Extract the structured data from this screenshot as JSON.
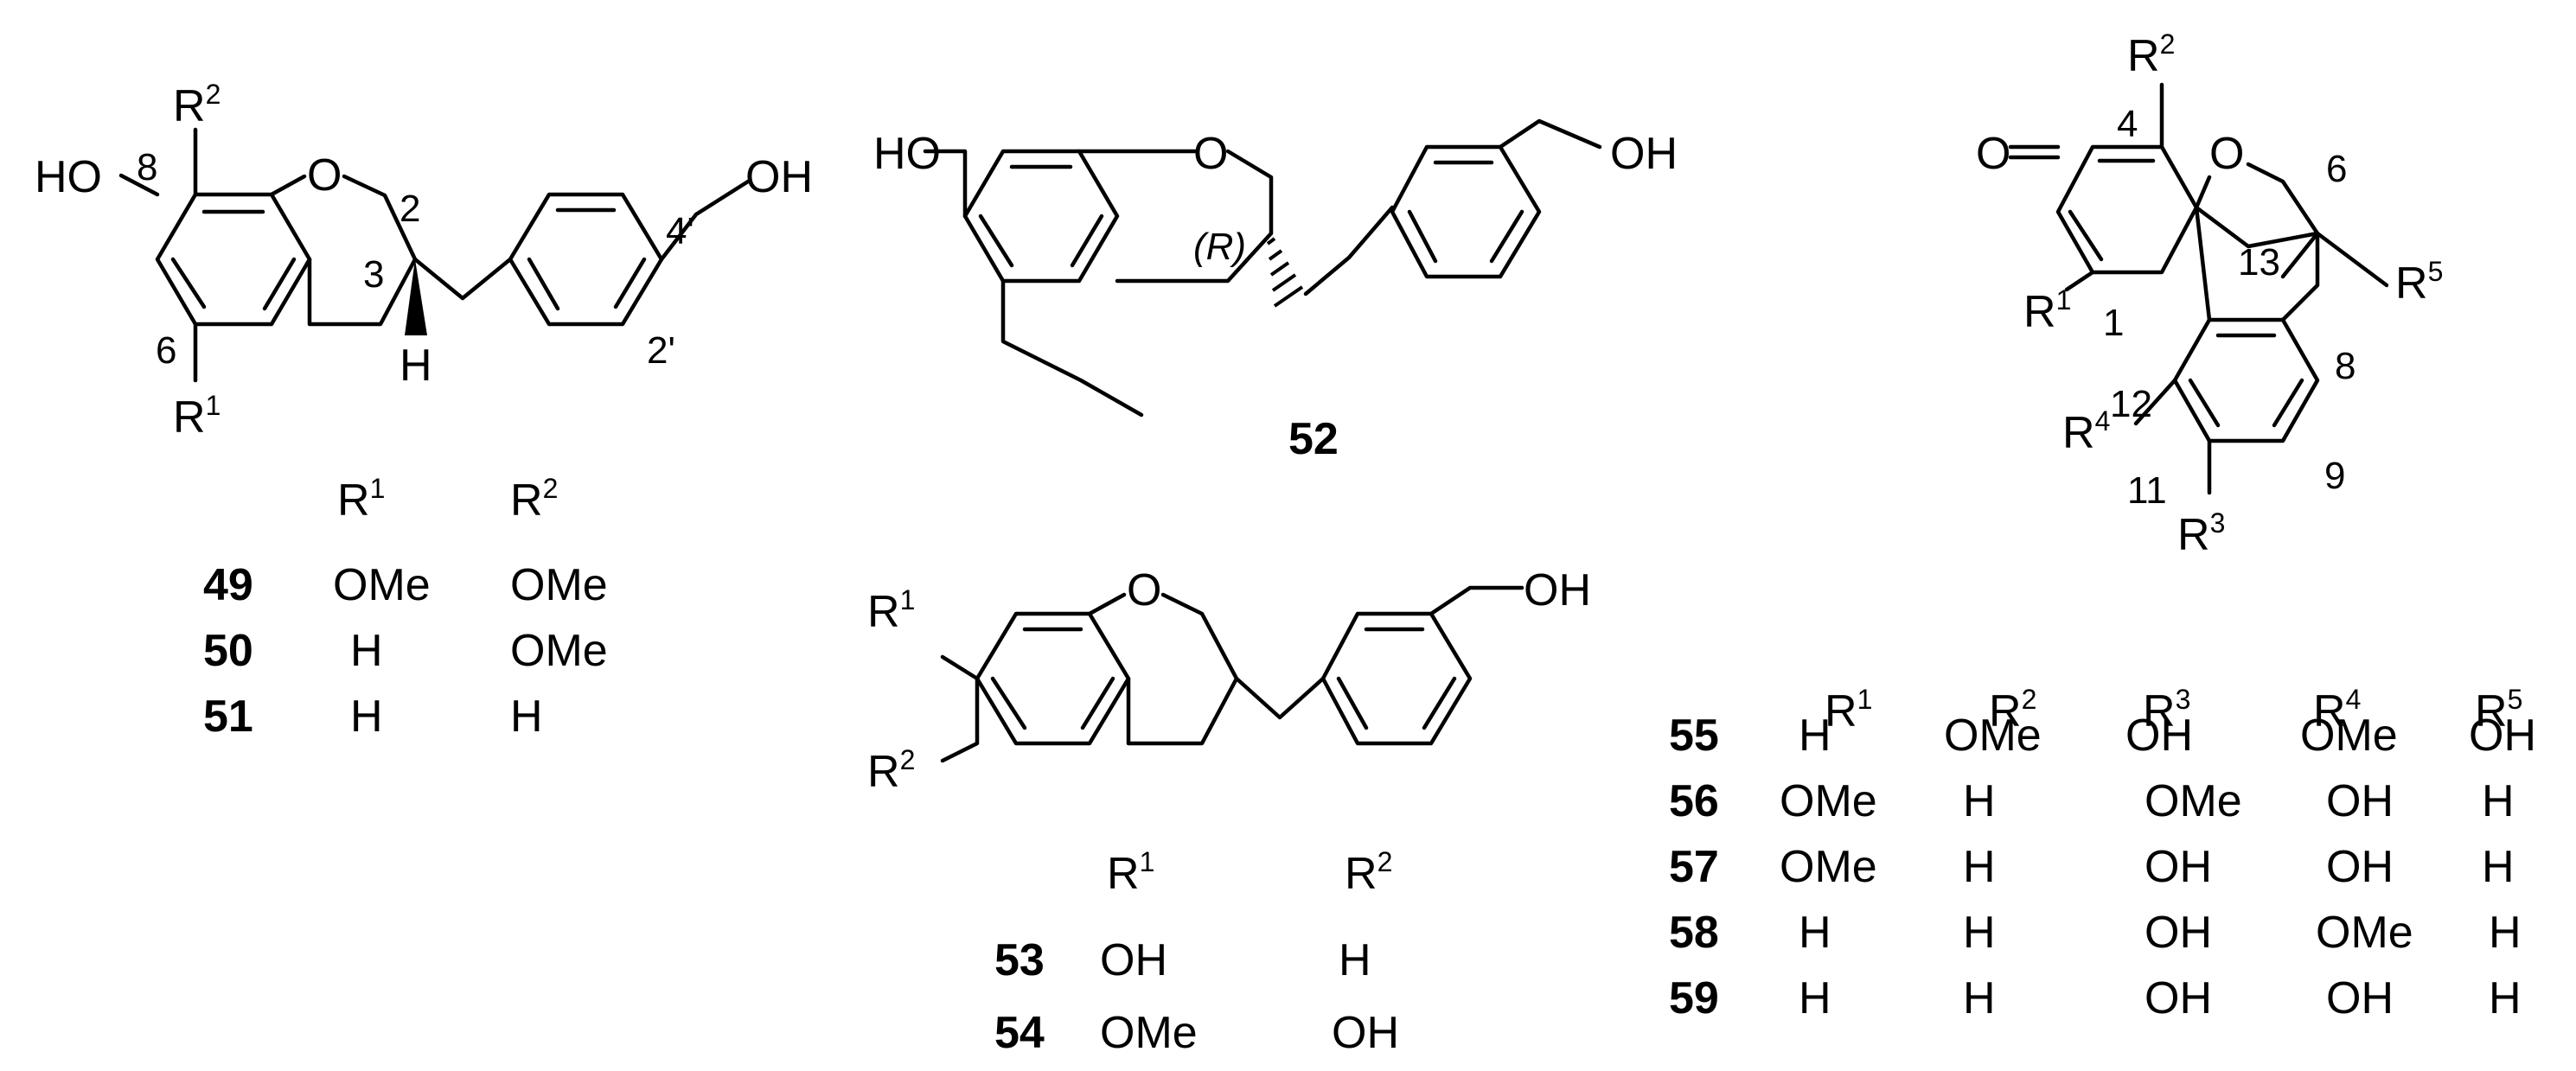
{
  "labels": {
    "oh": "OH",
    "ho": "HO",
    "o": "O",
    "h": "H",
    "r": "R",
    "n1": "1",
    "n2": "2",
    "n3": "3",
    "n4": "4",
    "n5": "5",
    "stereo_r": "(R)",
    "pos_8": "8",
    "pos_2": "2",
    "pos_3": "3",
    "pos_6": "6",
    "pos_4p": "4'",
    "pos_2p": "2'",
    "pos_4": "4",
    "pos_6b": "6",
    "pos_13": "13",
    "pos_1": "1",
    "pos_8b": "8",
    "pos_12": "12",
    "pos_9": "9",
    "pos_11": "11"
  },
  "compound_52": "52",
  "table_a": {
    "rows": [
      {
        "id": "49",
        "r1": "OMe",
        "r2": "OMe"
      },
      {
        "id": "50",
        "r1": "H",
        "r2": "OMe"
      },
      {
        "id": "51",
        "r1": "H",
        "r2": "H"
      }
    ]
  },
  "table_b": {
    "rows": [
      {
        "id": "53",
        "r1": "OH",
        "r2": "H"
      },
      {
        "id": "54",
        "r1": "OMe",
        "r2": "OH"
      }
    ]
  },
  "table_c": {
    "rows": [
      {
        "id": "55",
        "r1": "H",
        "r2": "OMe",
        "r3": "OH",
        "r4": "OMe",
        "r5": "OH"
      },
      {
        "id": "56",
        "r1": "OMe",
        "r2": "H",
        "r3": "OMe",
        "r4": "OH",
        "r5": "H"
      },
      {
        "id": "57",
        "r1": "OMe",
        "r2": "H",
        "r3": "OH",
        "r4": "OH",
        "r5": "H"
      },
      {
        "id": "58",
        "r1": "H",
        "r2": "H",
        "r3": "OH",
        "r4": "OMe",
        "r5": "H"
      },
      {
        "id": "59",
        "r1": "H",
        "r2": "H",
        "r3": "OH",
        "r4": "OH",
        "r5": "H"
      }
    ]
  }
}
